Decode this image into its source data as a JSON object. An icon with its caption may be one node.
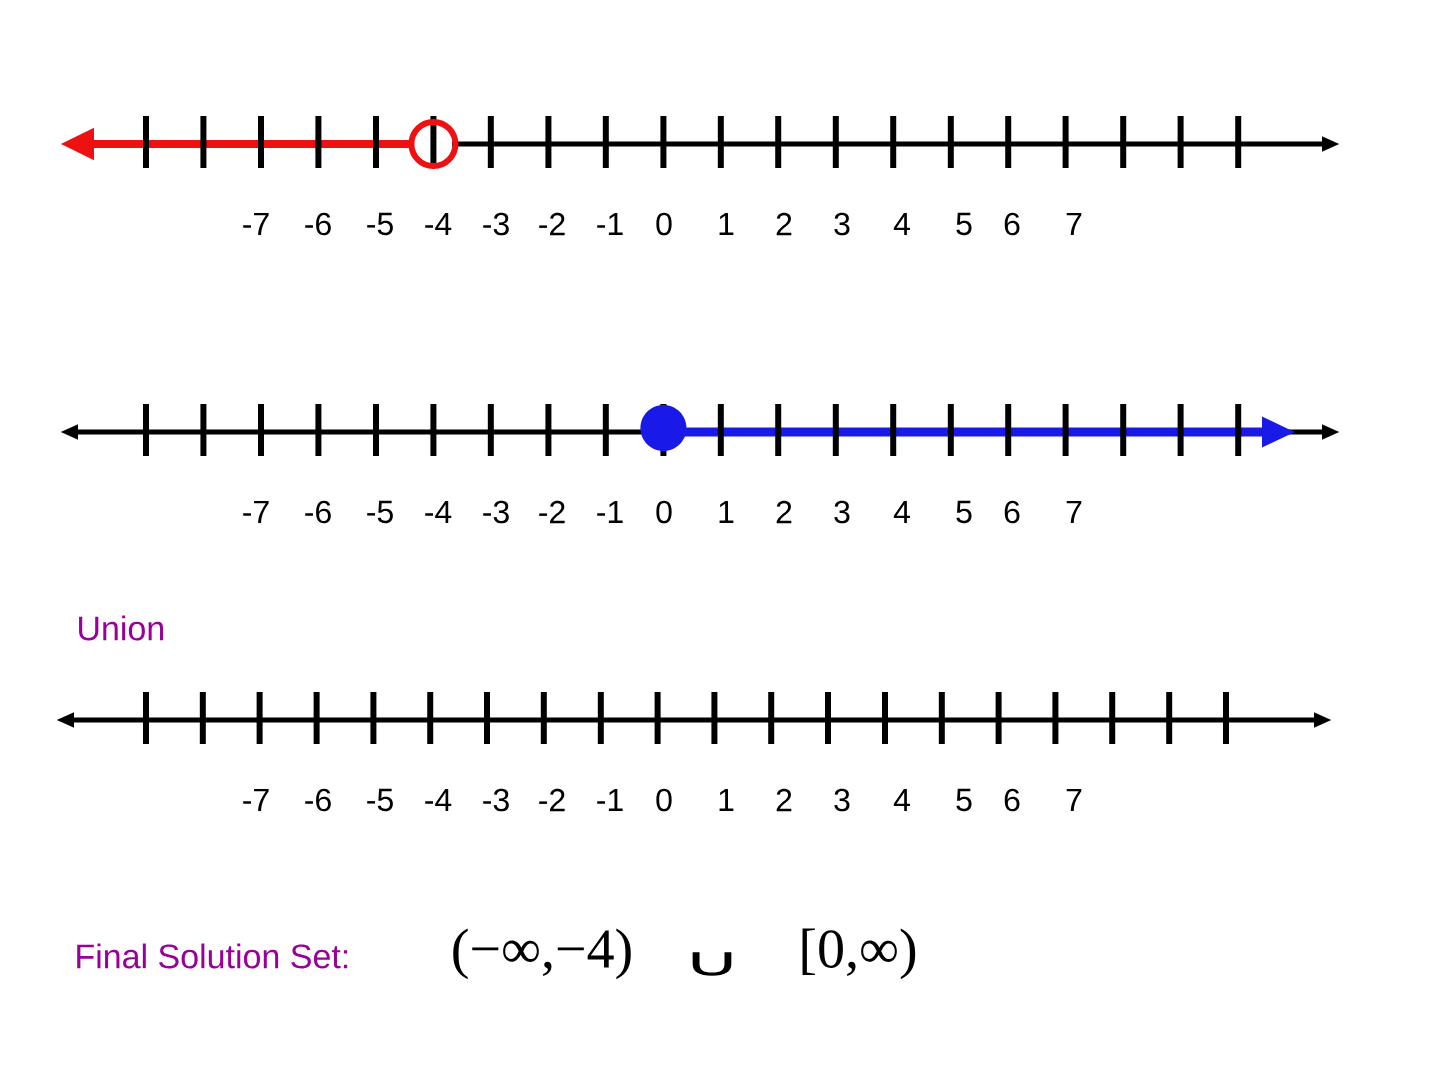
{
  "diagram": {
    "labels": [
      "-7",
      "-6",
      "-5",
      "-4",
      "-3",
      "-2",
      "-1",
      "0",
      "1",
      "2",
      "3",
      "4",
      "5",
      "6",
      "7",
      "-7",
      "-6",
      "-5",
      "-4",
      "-3",
      "-2",
      "-1",
      "0",
      "1",
      "2",
      "3",
      "4",
      "5",
      "6",
      "7",
      "Union",
      "-7",
      "-6",
      "-5",
      "-4",
      "-3",
      "-2",
      "-1",
      "0",
      "1",
      "2",
      "3",
      "4",
      "5",
      "6",
      "7",
      "Final Solution Set:",
      "(−∞,−4)",
      "∪",
      "[0,∞)"
    ]
  }
}
